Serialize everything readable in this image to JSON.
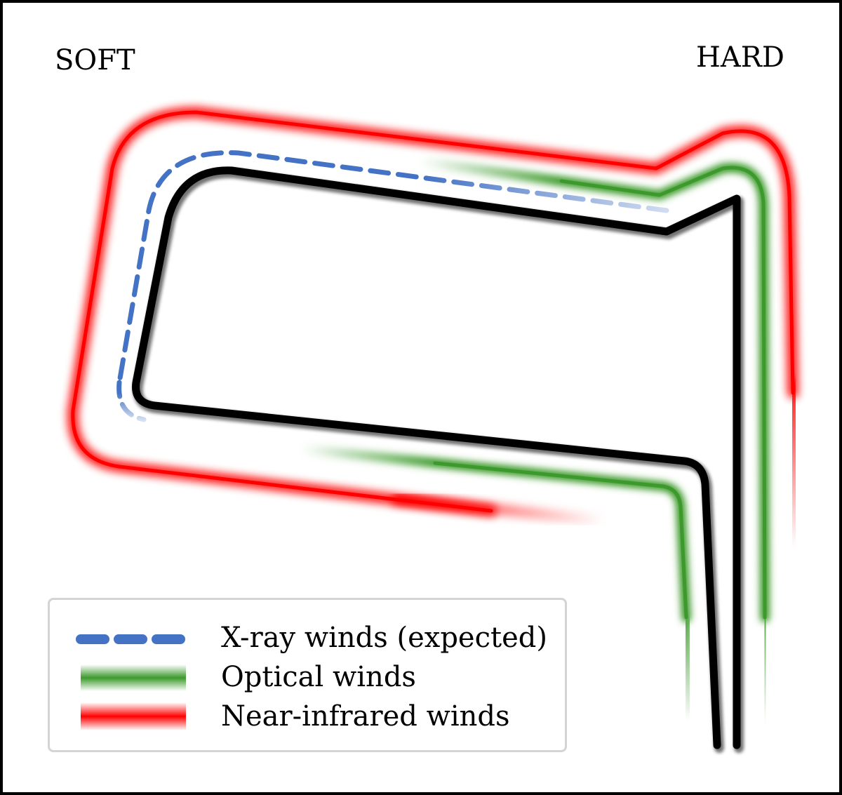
{
  "labels": {
    "soft": "SOFT",
    "hard": "HARD"
  },
  "legend": {
    "items": [
      {
        "key": "xray",
        "label": "X-ray winds (expected)",
        "color": "#4472c4",
        "style": "dashed"
      },
      {
        "key": "optical",
        "label": "Optical winds",
        "color": "#3c9a2c",
        "style": "glow"
      },
      {
        "key": "nir",
        "label": "Near-infrared winds",
        "color": "#ff0000",
        "style": "glow"
      }
    ]
  },
  "colors": {
    "track": "#000000",
    "xray": "#4472c4",
    "optical": "#3c9a2c",
    "nir": "#ff0000"
  }
}
